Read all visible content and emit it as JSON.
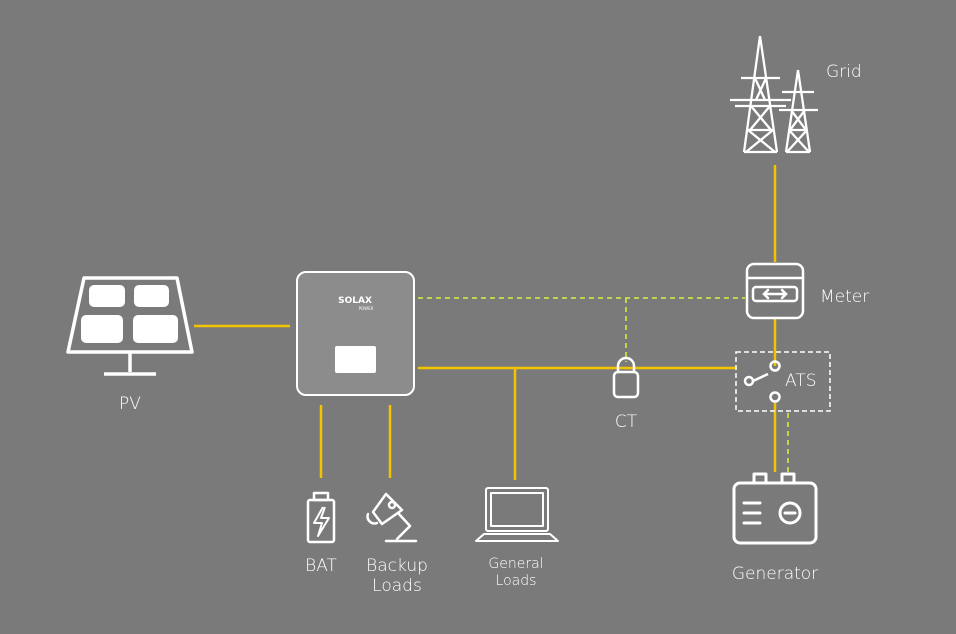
{
  "colors": {
    "background": "#7a7a7a",
    "ac_line": "#f2c400",
    "comm_line": "#c9e04a",
    "icon_stroke": "#ffffff",
    "device_fill": "#8a8a8a"
  },
  "labels": {
    "pv": "PV",
    "bat": "BAT",
    "backup_loads_line1": "Backup",
    "backup_loads_line2": "Loads",
    "general_loads_line1": "General",
    "general_loads_line2": "Loads",
    "ct": "CT",
    "ats": "ATS",
    "meter": "Meter",
    "grid": "Grid",
    "generator": "Generator",
    "inverter_brand": "SOLAX",
    "inverter_brand_sub": "POWER"
  },
  "icons": {
    "pv": "solar-panel-icon",
    "inverter": "inverter-icon",
    "bat": "battery-icon",
    "backup_loads": "desk-lamp-icon",
    "general_loads": "laptop-icon",
    "ct": "current-transformer-icon",
    "meter": "meter-icon",
    "ats": "switch-icon",
    "grid": "power-tower-icon",
    "generator": "generator-icon"
  }
}
